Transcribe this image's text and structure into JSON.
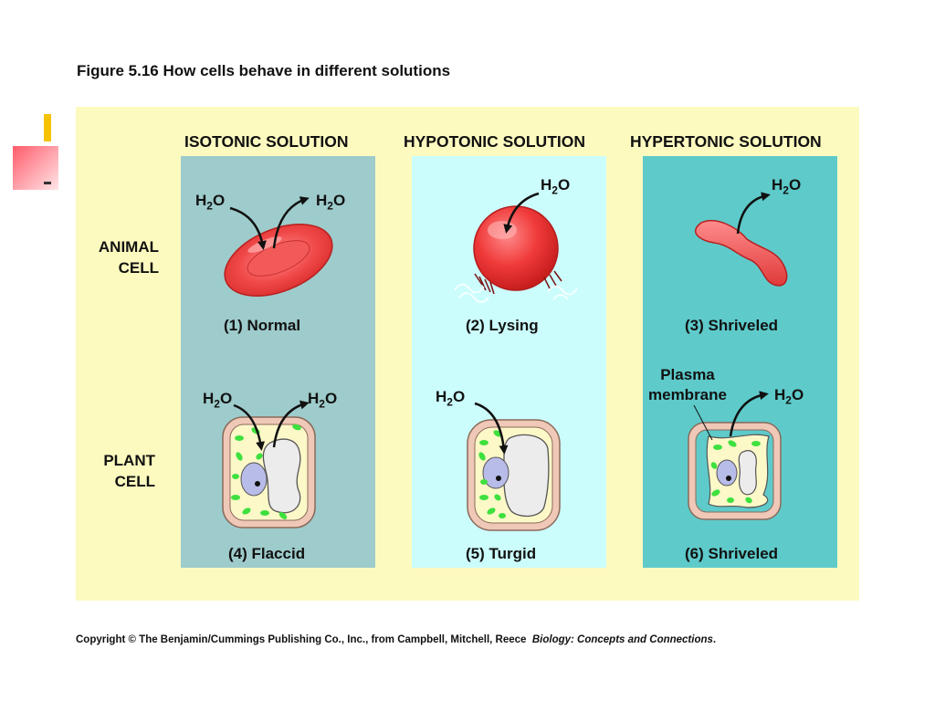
{
  "figure_title": "Figure 5.16  How cells behave in different solutions",
  "columns": {
    "isotonic": "ISOTONIC SOLUTION",
    "hypotonic": "HYPOTONIC SOLUTION",
    "hypertonic": "HYPERTONIC SOLUTION"
  },
  "rows": {
    "animal_line1": "ANIMAL",
    "animal_line2": "CELL",
    "plant_line1": "PLANT",
    "plant_line2": "CELL"
  },
  "captions": {
    "c1": "(1) Normal",
    "c2": "(2) Lysing",
    "c3": "(3) Shriveled",
    "c4": "(4) Flaccid",
    "c5": "(5) Turgid",
    "c6": "(6) Shriveled"
  },
  "water": {
    "base": "H",
    "sub": "2",
    "tail": "O"
  },
  "plasma_membrane_line1": "Plasma",
  "plasma_membrane_line2": "membrane",
  "copyright": "Copyright © The Benjamin/Cummings Publishing Co., Inc., from Campbell, Mitchell, Reece",
  "copyright_book": "Biology: Concepts and Connections",
  "copyright_end": ".",
  "colors": {
    "panel_bg": "#fdfac0",
    "isotonic_bg": "#9ecbcb",
    "hypotonic_bg": "#ccfdfd",
    "hypertonic_bg": "#5ecaca",
    "cell_red": "#f04848",
    "chloroplast": "#3ee03e",
    "cell_wall": "#f0c8b8"
  }
}
